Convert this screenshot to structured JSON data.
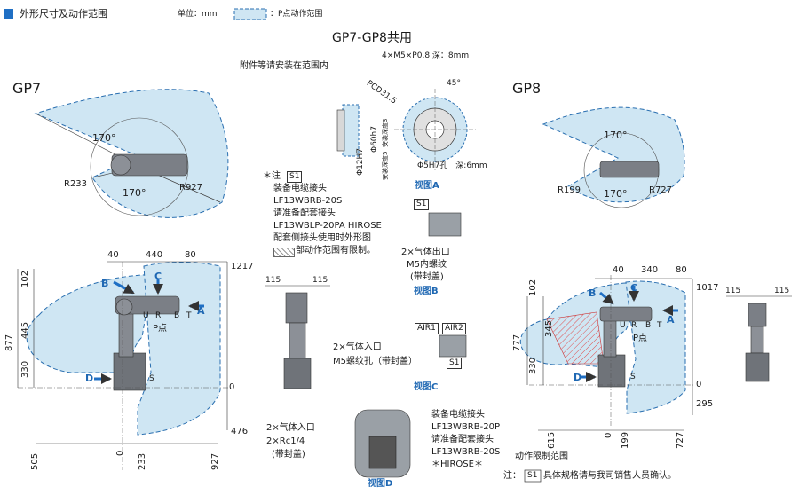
{
  "colors": {
    "accent": "#1f6fc4",
    "range_fill": "#cfe6f3",
    "range_stroke": "#2a6fb0",
    "label_blue": "#1f68b3",
    "restricted_hatch": "#e84040"
  },
  "header": {
    "section_title": "外形尺寸及动作范围",
    "unit": "单位：mm",
    "legend_text": "：P点动作范围"
  },
  "shared_title": "GP7-GP8共用",
  "gp7": {
    "label": "GP7",
    "top_angle1": "170°",
    "top_angle2": "170°",
    "top_r_inner": "R233",
    "top_r_outer": "R927",
    "dim_40": "40",
    "dim_440": "440",
    "dim_80": "80",
    "dim_1217": "1217",
    "dim_102": "102",
    "dim_445": "445",
    "dim_877": "877",
    "dim_330": "330",
    "dim_0_right": "0",
    "dim_476": "476",
    "dim_505": "505",
    "dim_0_bottom": "0",
    "dim_233": "233",
    "dim_927": "927",
    "axis_B": "B",
    "axis_C": "C",
    "axis_A": "A",
    "axis_D": "D",
    "axis_U": "U",
    "axis_R": "R",
    "axis_BB": "B",
    "axis_T": "T",
    "axis_S": "S",
    "p_point": "P点",
    "side_115a": "115",
    "side_115b": "115"
  },
  "gp8": {
    "label": "GP8",
    "top_angle1": "170°",
    "top_angle2": "170°",
    "top_r_inner": "R199",
    "top_r_outer": "R727",
    "dim_40": "40",
    "dim_340": "340",
    "dim_80": "80",
    "dim_1017": "1017",
    "dim_102": "102",
    "dim_345": "345",
    "dim_777": "777",
    "dim_330": "330",
    "dim_0_right": "0",
    "dim_295": "295",
    "dim_615": "615",
    "dim_0_bottom": "0",
    "dim_199": "199",
    "dim_727": "727",
    "axis_B": "B",
    "axis_C": "C",
    "axis_A": "A",
    "axis_D": "D",
    "axis_U": "U",
    "axis_R": "R",
    "axis_BB": "B",
    "axis_T": "T",
    "axis_S": "S",
    "p_point": "P点",
    "side_115a": "115",
    "side_115b": "115",
    "restrict_label": "动作限制范围"
  },
  "flange": {
    "attach_note": "附件等请安装在范围内",
    "screw": "4×M5×P0.8 深：8mm",
    "pcd": "PCD31.5",
    "angle": "45°",
    "d60": "Φ60h7",
    "d12": "Φ12H7",
    "depth5": "安装深度5",
    "depth3": "安装深度3",
    "hole": "Φ5H7孔　深:6mm",
    "view_a": "视图A"
  },
  "notes": {
    "star": "＊注",
    "s1": "S1",
    "line1": "装备电缆接头",
    "line2": "LF13WBRB-20S",
    "line3": "请准备配套接头",
    "line4": "LF13WBLP-20PA  HIROSE",
    "line5": "配套侧接头使用时外形图",
    "line6": "部动作范围有限制。"
  },
  "view_b": {
    "s1": "S1",
    "air_out": "2×气体出口",
    "thread": "M5内螺纹",
    "cap": "(带封盖)",
    "title": "视图B"
  },
  "view_c": {
    "air1": "AIR1",
    "air2": "AIR2",
    "s1": "S1",
    "air_in": "2×气体入口",
    "thread": "M5螺纹孔（带封盖）",
    "title": "视图C"
  },
  "view_d": {
    "air_in": "2×气体入口",
    "rc": "2×Rc1/4",
    "cap": "(带封盖)",
    "title": "视图D",
    "c1": "装备电缆接头",
    "c2": "LF13WBRB-20P",
    "c3": "请准备配套接头",
    "c4": "LF13WBRB-20S",
    "c5": "＊HIROSE＊"
  },
  "footer": {
    "prefix": "注：",
    "s1": "S1",
    "text": "具体规格请与我司销售人员确认。"
  }
}
